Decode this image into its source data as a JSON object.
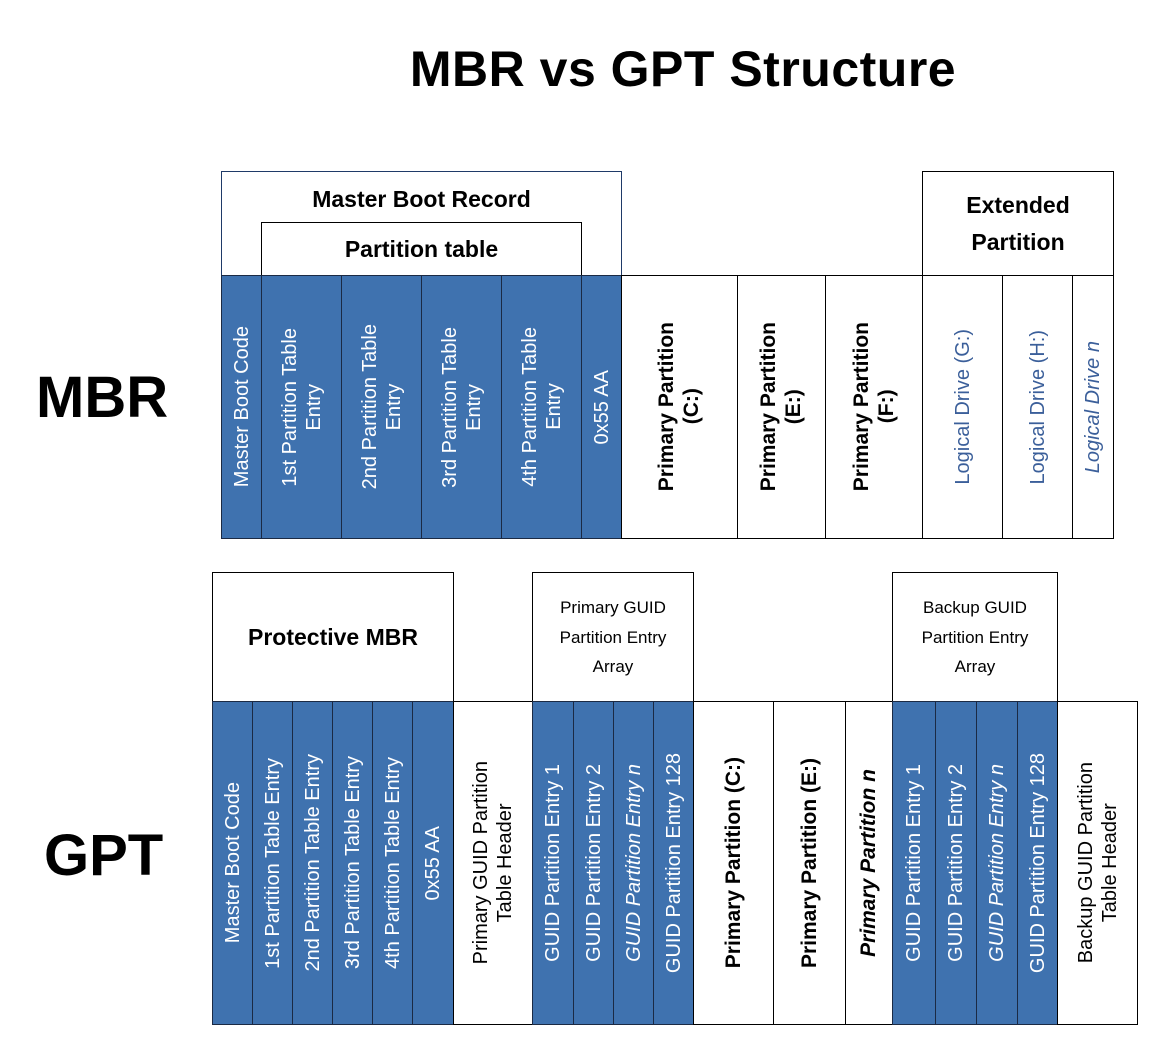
{
  "title": "MBR vs GPT Structure",
  "colors": {
    "blue": "#3f72af",
    "dark_border": "#1b2a44",
    "light_text": "#3b5f9a"
  },
  "mbr": {
    "label": "MBR",
    "groups": {
      "master_boot_record": "Master Boot Record",
      "partition_table": "Partition table",
      "extended_partition": "Extended\nPartition"
    },
    "cells": [
      "Master Boot Code",
      "1st Partition Table\nEntry",
      "2nd Partition Table\nEntry",
      "3rd Partition Table\nEntry",
      "4th Partition Table\nEntry",
      "0x55 AA",
      "Primary Partition\n(C:)",
      "Primary Partition\n(E:)",
      "Primary Partition\n(F:)",
      "Logical Drive (G:)",
      "Logical Drive (H:)",
      "Logical Drive n"
    ]
  },
  "gpt": {
    "label": "GPT",
    "groups": {
      "protective_mbr": "Protective MBR",
      "primary_array": "Primary GUID\nPartition Entry\nArray",
      "backup_array": "Backup GUID\nPartition Entry\nArray"
    },
    "cells": [
      "Master Boot Code",
      "1st Partition Table Entry",
      "2nd Partition Table Entry",
      "3rd Partition Table Entry",
      "4th Partition Table Entry",
      "0x55 AA",
      "Primary GUID Partition\nTable Header",
      "GUID Partition Entry 1",
      "GUID Partition Entry 2",
      "GUID Partition Entry n",
      "GUID Partition Entry 128",
      "Primary Partition (C:)",
      "Primary Partition (E:)",
      "Primary Partition n",
      "GUID Partition Entry 1",
      "GUID Partition Entry 2",
      "GUID Partition Entry n",
      "GUID Partition Entry 128",
      "Backup GUID Partition\nTable Header"
    ]
  }
}
